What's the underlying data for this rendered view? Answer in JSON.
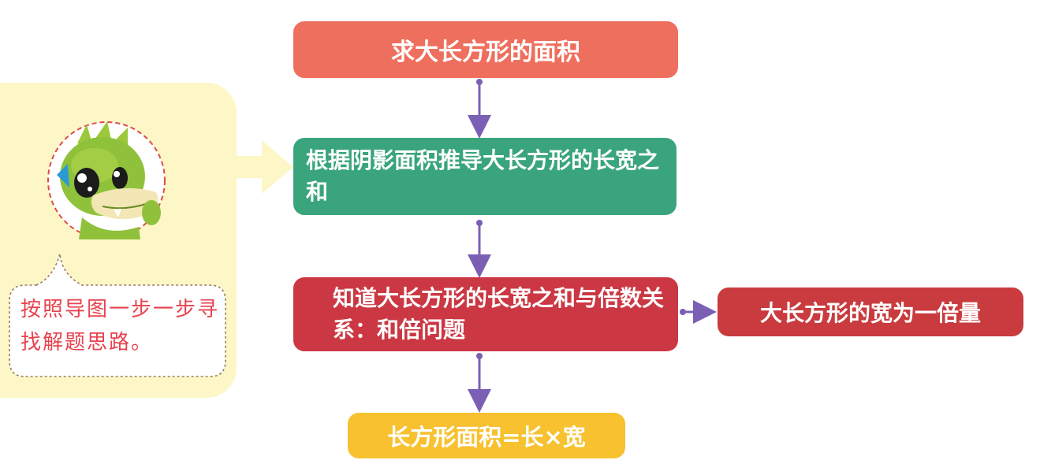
{
  "mindmap": {
    "root": "求大长方形的面积",
    "step2": "根据阴影面积推导大长方形的长宽之和",
    "step3": "知道大长方形的长宽之和与倍数关系：和倍问题",
    "branch": "大长方形的宽为一倍量",
    "final": "长方形面积=长×宽"
  },
  "guide": {
    "bubble_text": "按照导图一步一步寻找解题思路。",
    "mascot_icon": "green-dinosaur-mascot"
  },
  "colors": {
    "node_root": "#ef6f5e",
    "node_step2": "#3aa57c",
    "node_step3": "#cb3843",
    "node_branch": "#c93b3e",
    "node_final": "#f7c12f",
    "connector": "#7b5fb4",
    "panel": "#fdf6c6",
    "bubble_text": "#e8424e"
  }
}
